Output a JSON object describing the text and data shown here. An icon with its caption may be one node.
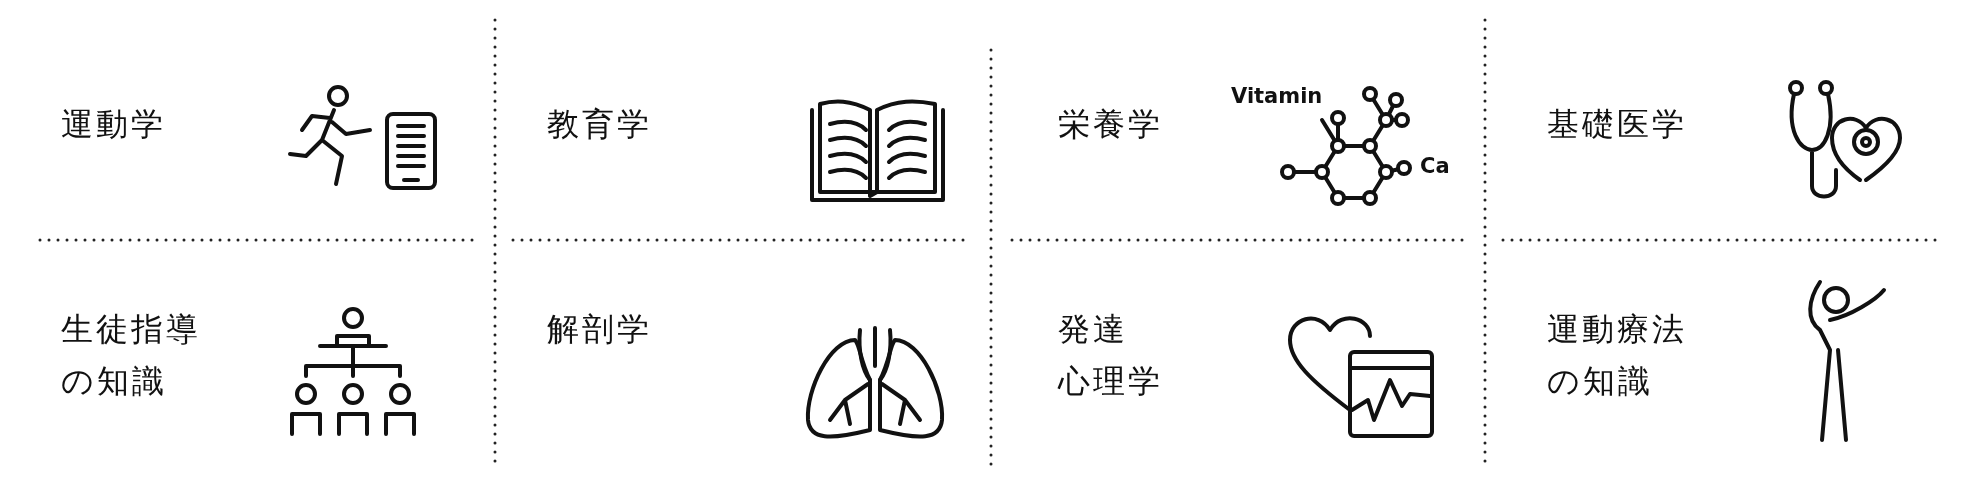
{
  "diagram": {
    "labels": [
      "運動学",
      "教育学",
      "栄養学",
      "Vitamin",
      "Ca",
      "基礎医学",
      "生徒指導の知識",
      "解剖学",
      "発達心理学",
      "運動療法の知識"
    ]
  }
}
